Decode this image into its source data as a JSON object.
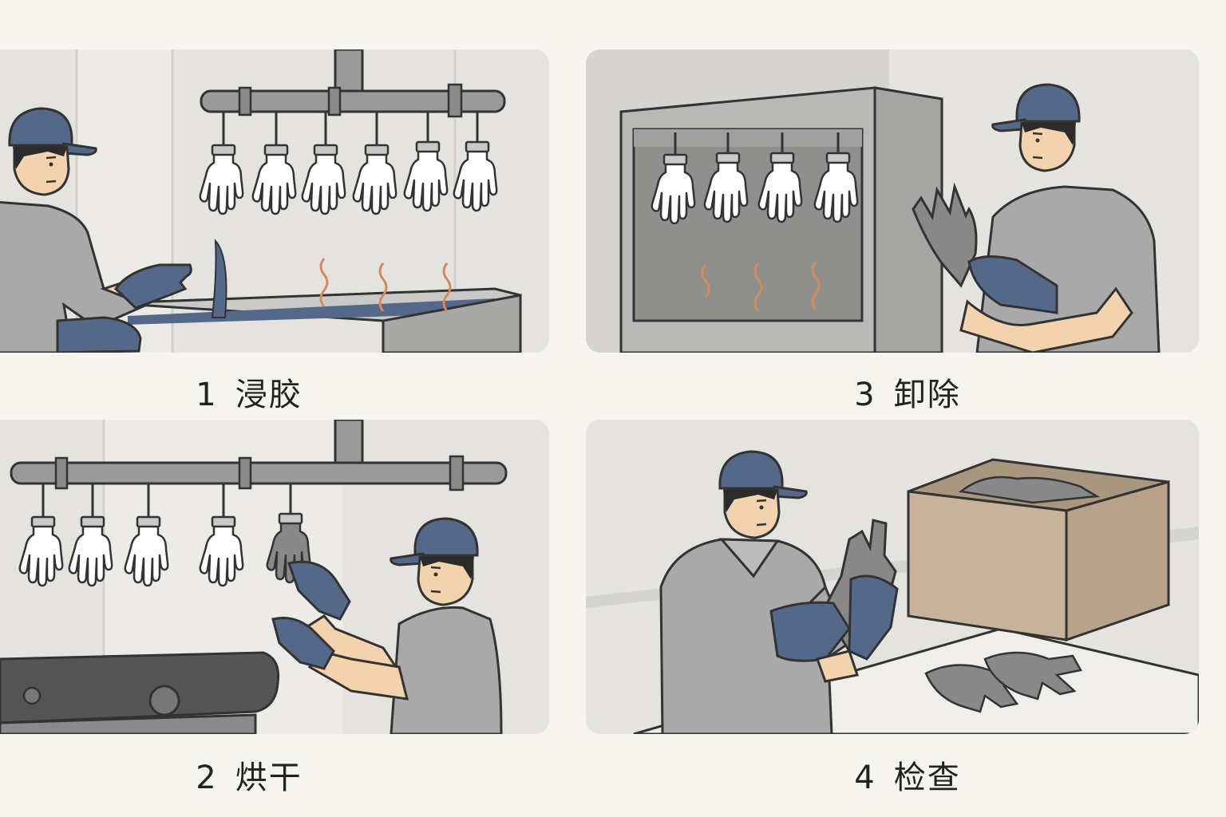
{
  "steps": [
    {
      "number": "1",
      "label": "浸胶"
    },
    {
      "number": "2",
      "label": "烘干"
    },
    {
      "number": "3",
      "label": "卸除"
    },
    {
      "number": "4",
      "label": "检查"
    }
  ],
  "colors": {
    "background": "#f6f4ef",
    "panel": "#e4e3df",
    "cap": "#54688a",
    "work_glove": "#54688a",
    "shirt": "#a9a9a9",
    "skin": "#f2d3ad",
    "latex_glove": "#ffffff",
    "dried_glove": "#888888",
    "heat": "#d58a5c",
    "box": "#c7b29a",
    "outline": "#3a3a3a"
  },
  "icons": [
    "worker-figure",
    "glove-icon",
    "drying-rack",
    "dip-tank",
    "heat-wave-icon",
    "oven-chamber",
    "conveyor-belt",
    "cardboard-box"
  ]
}
